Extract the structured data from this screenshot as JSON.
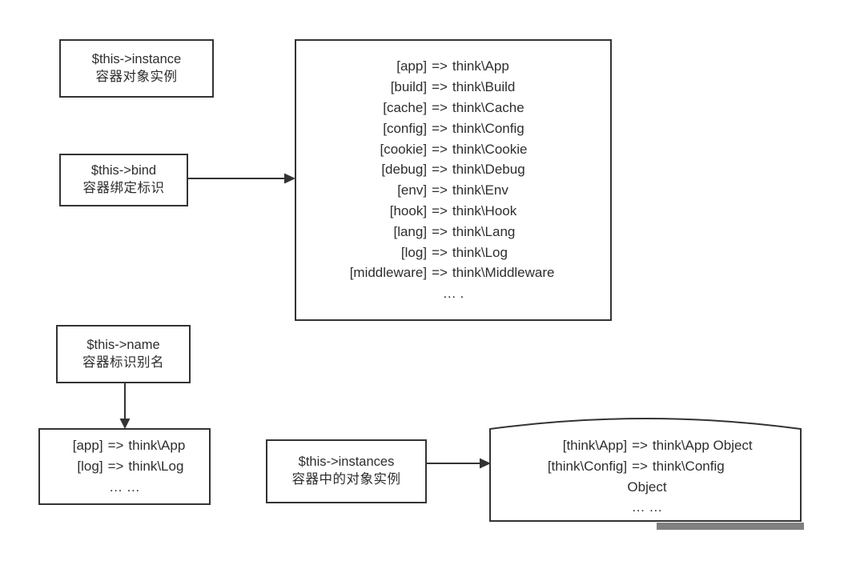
{
  "diagram": {
    "title": "ThinkPHP Container Properties Diagram",
    "stroke_color": "#333333",
    "text_color": "#2e2e2e",
    "background_color": "#ffffff",
    "shadow_color": "#808080"
  },
  "nodes": {
    "instance": {
      "code_label": "$this->instance",
      "cn_label": "容器对象实例"
    },
    "bind": {
      "code_label": "$this->bind",
      "cn_label": "容器绑定标识"
    },
    "name": {
      "code_label": "$this->name",
      "cn_label": "容器标识别名"
    },
    "instances": {
      "code_label": "$this->instances",
      "cn_label": "容器中的对象实例"
    }
  },
  "bind_list": {
    "arrow": "=>",
    "entries": [
      {
        "key": "[app]",
        "value": "think\\App"
      },
      {
        "key": "[build]",
        "value": "think\\Build"
      },
      {
        "key": "[cache]",
        "value": "think\\Cache"
      },
      {
        "key": "[config]",
        "value": "think\\Config"
      },
      {
        "key": "[cookie]",
        "value": "think\\Cookie"
      },
      {
        "key": "[debug]",
        "value": "think\\Debug"
      },
      {
        "key": "[env]",
        "value": "think\\Env"
      },
      {
        "key": "[hook]",
        "value": "think\\Hook"
      },
      {
        "key": "[lang]",
        "value": "think\\Lang"
      },
      {
        "key": "[log]",
        "value": "think\\Log"
      },
      {
        "key": "[middleware]",
        "value": "think\\Middleware"
      }
    ],
    "trailing": "… ."
  },
  "name_list": {
    "arrow": "=>",
    "entries": [
      {
        "key": "[app]",
        "value": "think\\App"
      },
      {
        "key": "[log]",
        "value": "think\\Log"
      }
    ],
    "trailing": "… …"
  },
  "instances_list": {
    "arrow": "=>",
    "entries": [
      {
        "key": "[think\\App]",
        "value": "think\\App Object"
      },
      {
        "key": "[think\\Config]",
        "value": "think\\Config"
      }
    ],
    "wrapped_line": "Object",
    "trailing": "… …"
  }
}
